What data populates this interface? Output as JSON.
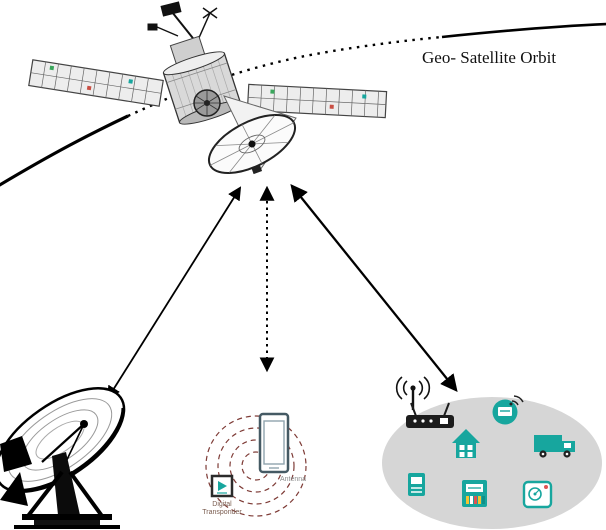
{
  "labels": {
    "orbit_label": "Geo- Satellite Orbit",
    "transponder_label_line1": "Digital",
    "transponder_label_line2": "Transponder",
    "antenna_label": "Antenna"
  },
  "colors": {
    "arrow": "#000000",
    "orbit_line": "#000000",
    "iot_ellipse": "#d6d6d6",
    "iot_teal": "#17a69e",
    "signal_wave": "#7e3b36",
    "router_black": "#1c1c1c"
  },
  "diagram": {
    "type": "satellite-communication-network",
    "nodes": [
      {
        "id": "geo-satellite",
        "kind": "satellite"
      },
      {
        "id": "ground-station",
        "kind": "parabolic-dish-antenna"
      },
      {
        "id": "digital-transponder",
        "kind": "transponder-with-antenna"
      },
      {
        "id": "iot-devices",
        "kind": "smart-device-cluster"
      }
    ],
    "links": [
      {
        "from": "geo-satellite",
        "to": "ground-station",
        "style": "solid",
        "bidirectional": true
      },
      {
        "from": "geo-satellite",
        "to": "digital-transponder",
        "style": "dotted",
        "bidirectional": true
      },
      {
        "from": "geo-satellite",
        "to": "iot-devices",
        "style": "solid",
        "bidirectional": true
      }
    ],
    "iot_icons": [
      "wifi-antenna",
      "router",
      "smart-meter",
      "smart-home",
      "truck",
      "energy-meter",
      "utility-meter",
      "pressure-gauge"
    ]
  }
}
